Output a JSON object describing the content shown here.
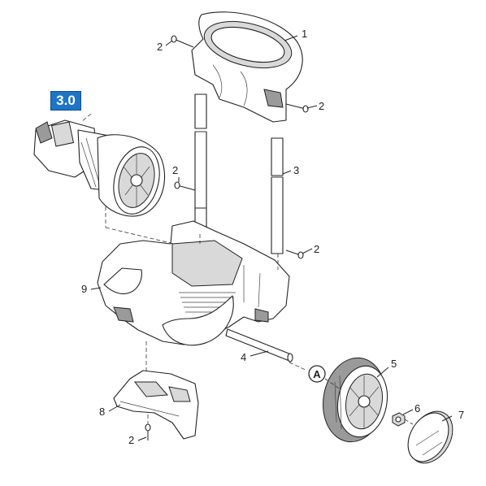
{
  "badge": {
    "label": "3.0",
    "color": "#1f74c4"
  },
  "callouts": {
    "p1": "1",
    "p2a": "2",
    "p2b": "2",
    "p2c": "2",
    "p2d": "2",
    "p2e": "2",
    "p3": "3",
    "p4": "4",
    "p5": "5",
    "p6": "6",
    "p7": "7",
    "p8": "8",
    "p9": "9"
  },
  "circle_marker": "A"
}
